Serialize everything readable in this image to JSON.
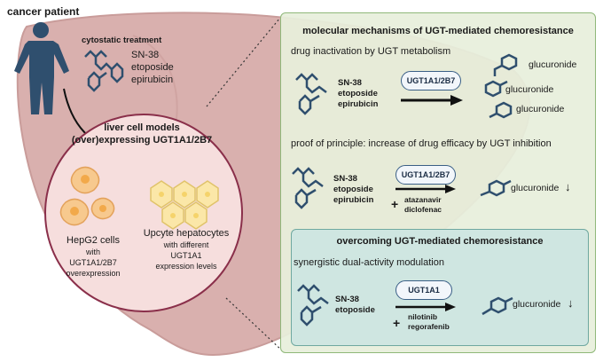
{
  "patient": {
    "label": "cancer patient"
  },
  "treatment": {
    "title": "cytostatic treatment",
    "drugs": [
      "SN-38",
      "etoposide",
      "epirubicin"
    ]
  },
  "cell_models": {
    "title_line1": "liver cell models",
    "title_line2": "(over)expressing UGT1A1/2B7",
    "hepg2": [
      "HepG2 cells",
      "with",
      "UGT1A1/2B7",
      "overexpression"
    ],
    "upcyte": [
      "Upcyte hepatocytes",
      "with different",
      "UGT1A1",
      "expression levels"
    ]
  },
  "mechanisms": {
    "title": "molecular mechanisms of UGT-mediated chemoresistance",
    "inactivation": {
      "subtitle": "drug inactivation by UGT metabolism",
      "drugs": [
        "SN-38",
        "etoposide",
        "epirubicin"
      ],
      "enzyme": "UGT1A1/2B7",
      "products": [
        "glucuronide",
        "glucuronide",
        "glucuronide"
      ]
    },
    "proof": {
      "subtitle": "proof of principle: increase of drug efficacy by UGT inhibition",
      "drugs": [
        "SN-38",
        "etoposide",
        "epirubicin"
      ],
      "enzyme": "UGT1A1/2B7",
      "plus": "+",
      "inhibitors": [
        "atazanavir",
        "diclofenac"
      ],
      "product": "glucuronide",
      "down_arrow": "↓"
    }
  },
  "overcoming": {
    "title": "overcoming UGT-mediated chemoresistance",
    "subtitle": "synergistic dual-activity modulation",
    "drugs": [
      "SN-38",
      "etoposide"
    ],
    "enzyme": "UGT1A1",
    "plus": "+",
    "inhibitors": [
      "nilotinib",
      "regorafenib"
    ],
    "product": "glucuronide",
    "down_arrow": "↓"
  },
  "colors": {
    "liver": "#d9b0ae",
    "liver_dark": "#c99c9a",
    "circle": "#f6dedd",
    "panel_bg": "#e7efdc",
    "panel_border": "#8fb879",
    "overcoming_bg": "#cfe6e1",
    "overcoming_border": "#6fa8a0",
    "molecule": "#2f4f6e",
    "person": "#2f4f6e"
  }
}
